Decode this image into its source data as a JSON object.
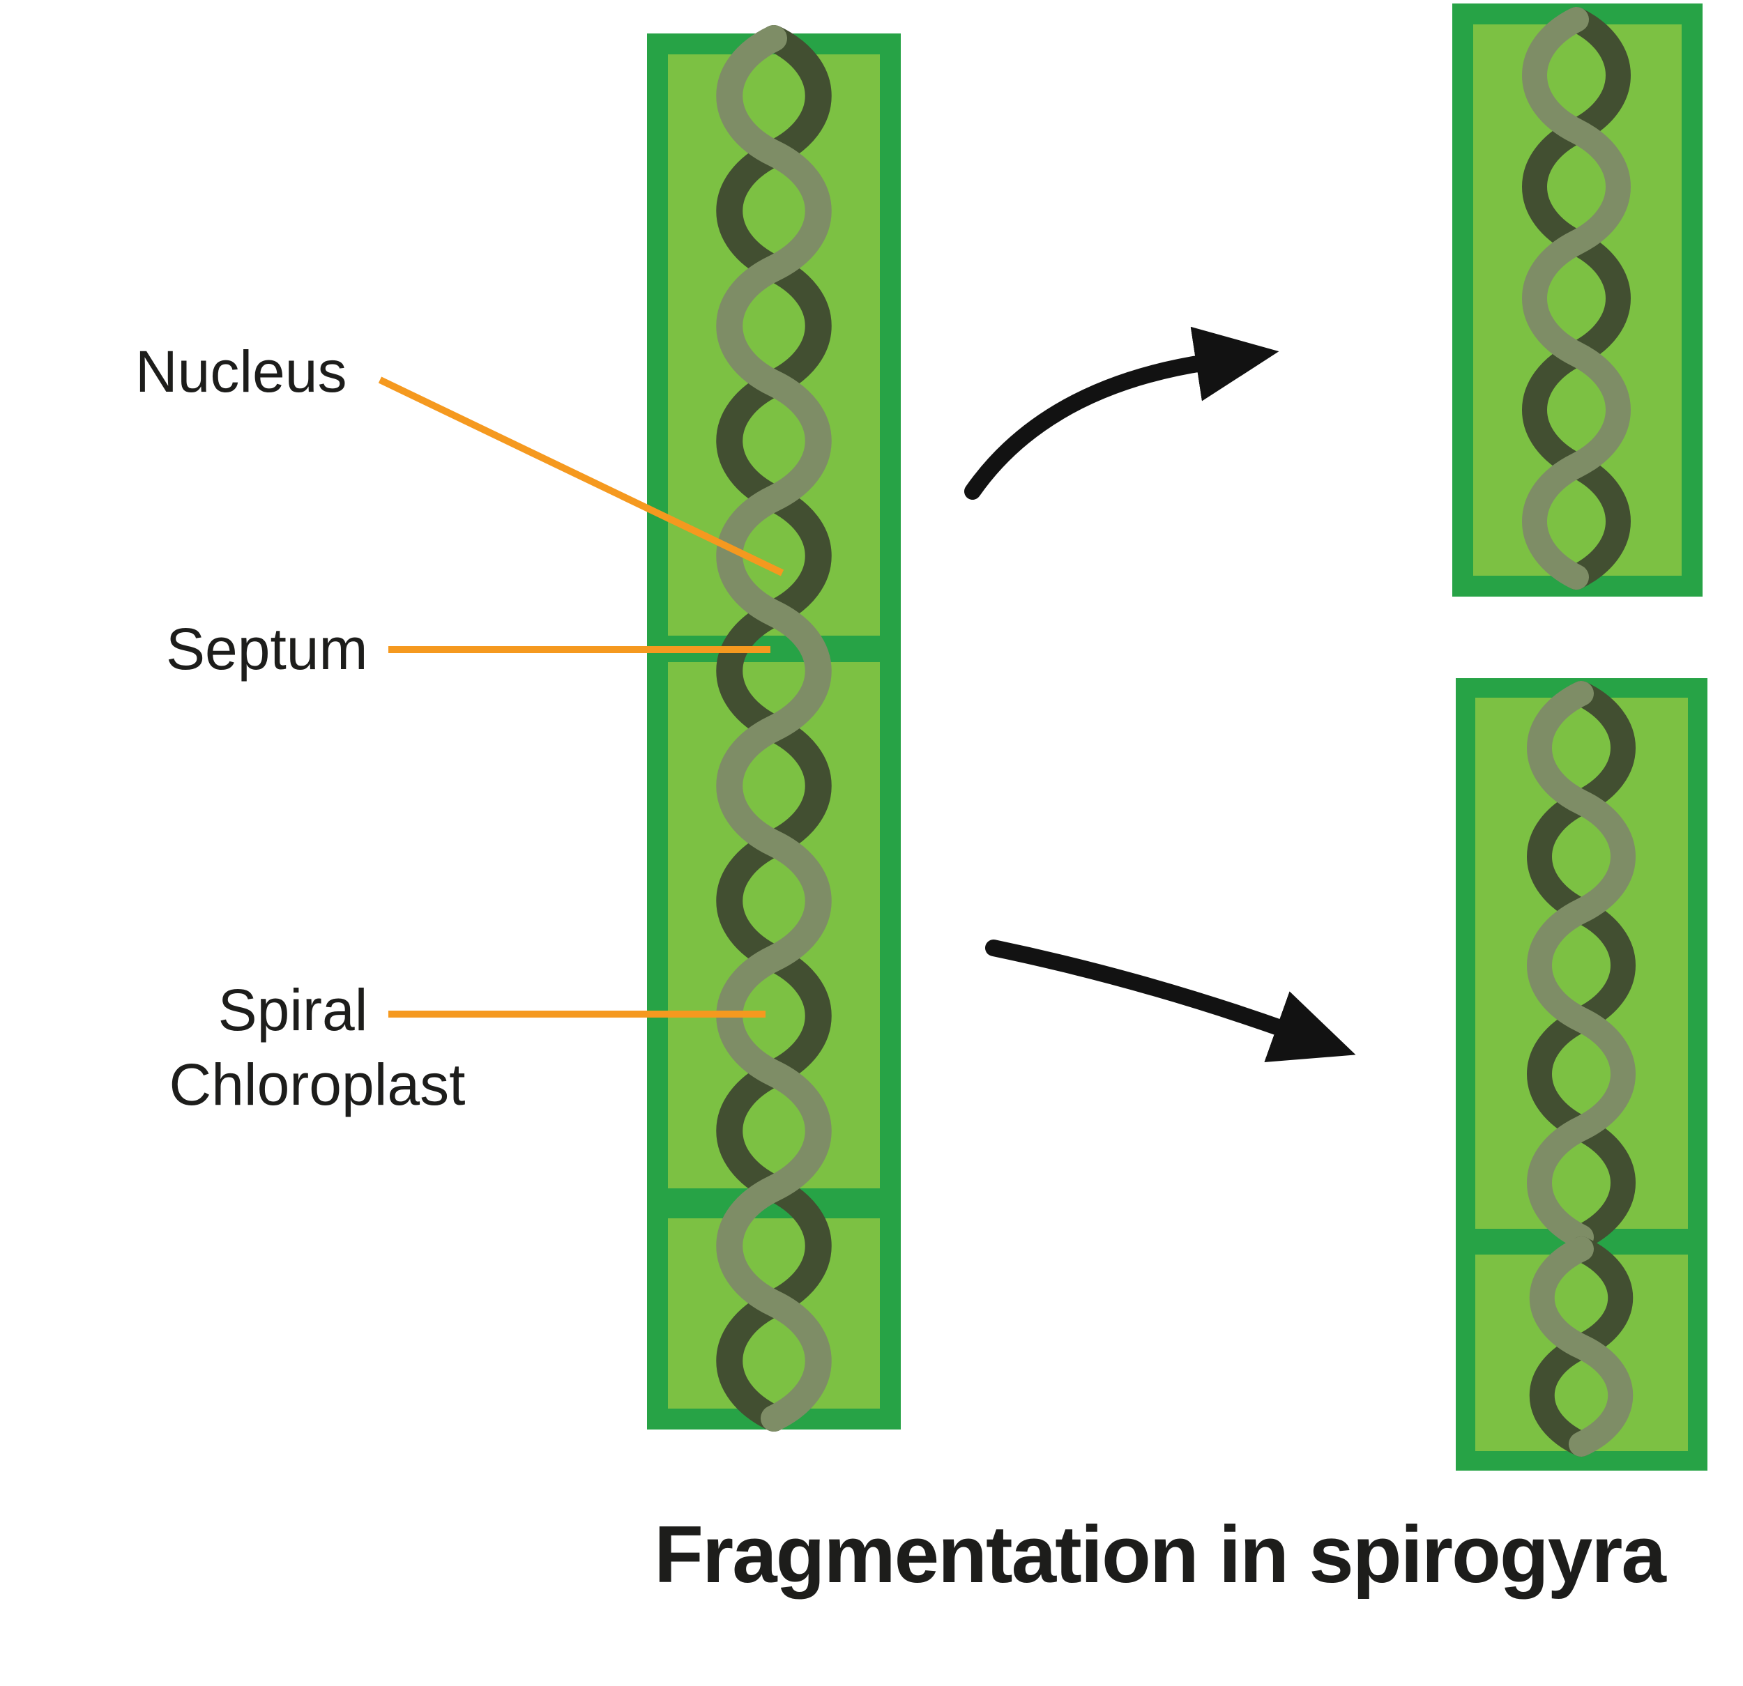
{
  "title": "Fragmentation in spirogyra",
  "labels": {
    "nucleus": "Nucleus",
    "septum": "Septum",
    "spiral_line1": "Spiral",
    "spiral_line2": "Chloroplast"
  },
  "diagram": {
    "type": "labeled-biology-illustration",
    "subject": "Fragmentation in spirogyra",
    "parts_labeled": [
      "Nucleus",
      "Septum",
      "Spiral Chloroplast"
    ],
    "main_filament_cells": 3,
    "fragments": 2,
    "fragment_positions": [
      "top-right",
      "bottom-right"
    ]
  },
  "colors": {
    "background": "#ffffff",
    "cell_border_green": "#27a346",
    "cell_fill_green": "#7cc143",
    "strand_dark": "#424f31",
    "strand_light": "#7e8d66",
    "leader_line_orange": "#f5991f",
    "arrow_black": "#121212",
    "text_color": "#1d1d1b"
  }
}
